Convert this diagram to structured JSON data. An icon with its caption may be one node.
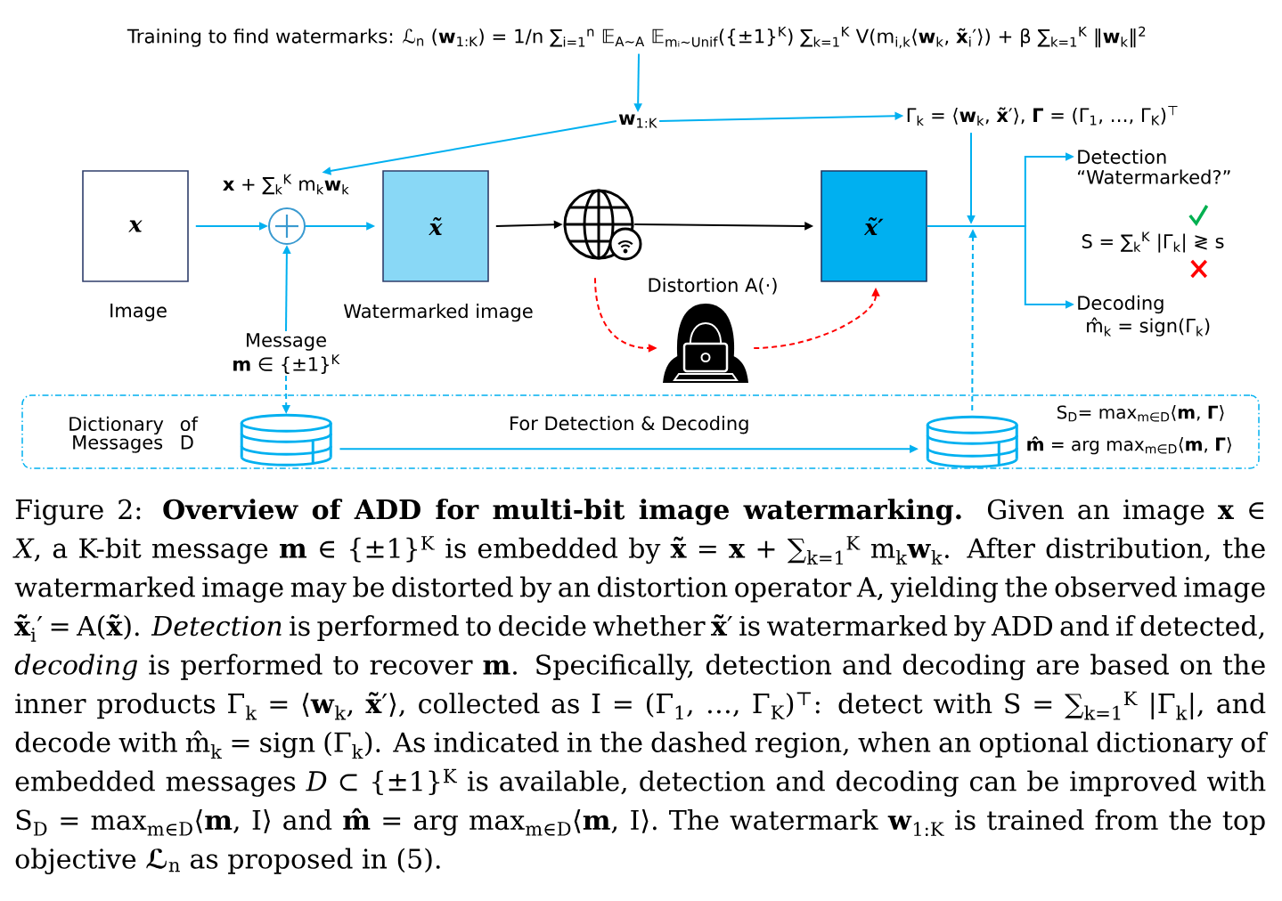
{
  "diagram": {
    "nodes": [
      {
        "text": [
          "Training to find watermarks: ℒ$_{n}$ (**w**$_{1:K}$) = 1/n ∑$_{i=1}$$^{n}$ 𝔼$_{A∼A}$ 𝔼$_{mᵢ∼Unif}$({±1}$^{K}$) ∑$_{k=1}$$^{K}$ V(m$_{i,k}$⟨**w**$_{k}$, **x̃**$_{i}$′⟩) + β ∑$_{k=1}$$^{K}$ ‖**w**$_{k}$‖$^{2}$"
        ]
      },
      {
        "text": [
          "**w**$_{1:K}$"
        ]
      },
      {
        "text": [
          "x"
        ],
        "beside": [
          "Image"
        ]
      },
      {
        "text": [
          "**x** + ∑$_{k}$$^{K}$ m$_{k}$**w**$_{k}$"
        ]
      },
      {
        "text": [],
        "shape": "circle"
      },
      {
        "text": [
          "x̃"
        ],
        "beside": [
          "Watermarked image"
        ]
      },
      {
        "text": [
          "Message",
          "**m** ∈ {±1}$^{K}$"
        ]
      },
      {
        "text": [],
        "shape": "picture"
      },
      {
        "text": [],
        "shape": "picture",
        "beside": [
          "Distortion A(⋅)"
        ]
      },
      {
        "text": [
          "x̃′"
        ]
      },
      {
        "text": [
          "Γ$_{k}$ = ⟨**w**$_{k}$, **x̃**′⟩, **Γ** = (Γ$_{1}$, …, Γ$_{K}$)$^{⊤}$"
        ]
      },
      {
        "text": [
          "Detection",
          "“Watermarked?”"
        ],
        "beside": [
          "S = ∑$_{k}$$^{K}$ |Γ$_{k}$| ≷ s"
        ]
      },
      {
        "text": [
          "Decoding",
          "m̂$_{k}$ = sign(Γ$_{k}$)"
        ]
      },
      {
        "text": [],
        "shape": "box"
      },
      {
        "text": [],
        "shape": "cylinder",
        "in": 13,
        "beside": [
          "Dictionary of Messages D"
        ]
      },
      {
        "text": [],
        "shape": "cylinder",
        "in": 13,
        "beside": [
          "S$_{D}$= max$_{m∈D}$⟨**m**, **Γ**⟩",
          "**m̂** = arg max$_{m∈D}$⟨**m**, **Γ**⟩"
        ]
      }
    ],
    "edges": [
      {
        "from": 0,
        "to": 1,
        "arrow": "to"
      },
      {
        "from": 1,
        "to": 3,
        "arrow": "to"
      },
      {
        "from": 1,
        "to": 10,
        "arrow": "to"
      },
      {
        "from": 2,
        "to": 4,
        "arrow": "to"
      },
      {
        "from": 4,
        "to": 5,
        "arrow": "to"
      },
      {
        "from": 6,
        "to": 4,
        "arrow": "to"
      },
      {
        "from": 5,
        "to": 7,
        "arrow": "to",
        "color": "#000000"
      },
      {
        "from": 7,
        "to": 9,
        "arrow": "to",
        "color": "#000000"
      },
      {
        "from": 7,
        "to": 8,
        "arrow": "to",
        "style": "dashed",
        "color": "#ff0000"
      },
      {
        "from": 8,
        "to": 9,
        "arrow": "to",
        "style": "dashed",
        "color": "#ff0000"
      },
      {
        "from": 9,
        "to": 11,
        "arrow": "to"
      },
      {
        "from": 9,
        "to": 12,
        "arrow": "to"
      },
      {
        "from": 10,
        "to": null,
        "arrow": "to"
      },
      {
        "from": 6,
        "to": 14,
        "arrow": "to",
        "style": "dashed"
      },
      {
        "from": 14,
        "to": 15,
        "arrow": "to",
        "label": "For Detection & Decoding"
      },
      {
        "from": 15,
        "to": null,
        "arrow": "to",
        "style": "dashed"
      }
    ],
    "caption": "Figure 2: **Overview of ADD for multi-bit image watermarking.** Given an image **x** ∈ *X*, a K-bit message **m** ∈ {±1}$^{K}$ is embedded by **x̃** = **x** + ∑$_{k=1}$$^{K}$ m$_{k}$**w**$_{k}$. After distribution, the watermarked image may be distorted by an distortion operator A, yielding the observed image **x̃**$_{i}$′ = A(**x̃**). *Detection* is performed to decide whether **x̃**′ is watermarked by ADD and if detected, *decoding* is performed to recover **m**. Specifically, detection and decoding are based on the inner products Γ$_{k}$ = ⟨**w**$_{k}$, **x̃**′⟩, collected as I = (Γ$_{1}$, …, Γ$_{K}$)$^{⊤}$: detect with S = ∑$_{k=1}$$^{K}$ |Γ$_{k}$|, and decode with m̂$_{k}$ = sign (Γ$_{k}$). As indicated in the dashed region, when an optional dictionary of embedded messages *D* ⊂ {±1}$^{K}$ is available, detection and decoding can be improved with S$_{D}$ = max$_{m∈D}$⟨**m**, I⟩ and **m̂** = arg max$_{m∈D}$⟨**m**, I⟩. The watermark **w**$_{1:K}$ is trained from the top objective **ℒ**$_{n}$ as proposed in (5)."
  }
}
